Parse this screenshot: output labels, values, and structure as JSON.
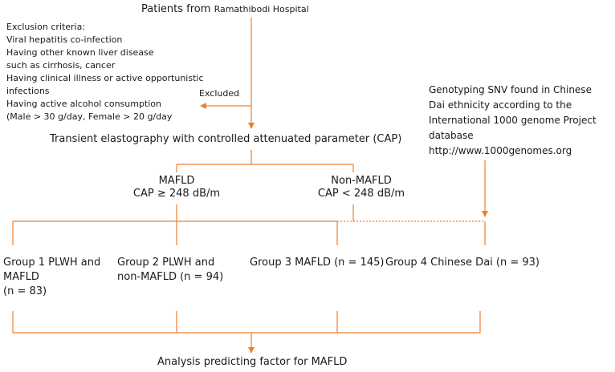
{
  "colors": {
    "connector": "#f07f2a",
    "text": "#1a1a1a"
  },
  "title": {
    "prefix": "Patients from",
    "hospital": "Ramathibodi Hospital"
  },
  "exclusion": {
    "lines": [
      "Exclusion criteria:",
      " Viral hepatitis co-infection",
      " Having other known liver disease",
      "such as cirrhosis, cancer",
      " Having clinical illness or active opportunistic",
      "infections",
      " Having active alcohol consumption",
      "(Male > 30 g/day, Female > 20 g/day"
    ],
    "excluded_label": "Excluded"
  },
  "genotyping": {
    "lines": [
      "Genotyping SNV found in Chinese",
      "Dai ethnicity according to the",
      "International 1000 genome Project",
      "database",
      "http://www.1000genomes.org"
    ]
  },
  "elastography": "Transient elastography with controlled attenuated parameter (CAP)",
  "mafld": {
    "name": "MAFLD",
    "cap": "CAP ≥ 248 dB/m"
  },
  "non_mafld": {
    "name": "Non-MAFLD",
    "cap": "CAP < 248 dB/m"
  },
  "groups": [
    {
      "lines": [
        "Group 1 PLWH and",
        "MAFLD",
        "(n = 83)"
      ]
    },
    {
      "lines": [
        "Group 2 PLWH and",
        "non-MAFLD (n = 94)"
      ]
    },
    {
      "lines": [
        "Group 3 MAFLD (n = 145)"
      ]
    },
    {
      "lines": [
        "Group 4 Chinese Dai (n = 93)"
      ]
    }
  ],
  "analysis": "Analysis predicting factor for MAFLD"
}
